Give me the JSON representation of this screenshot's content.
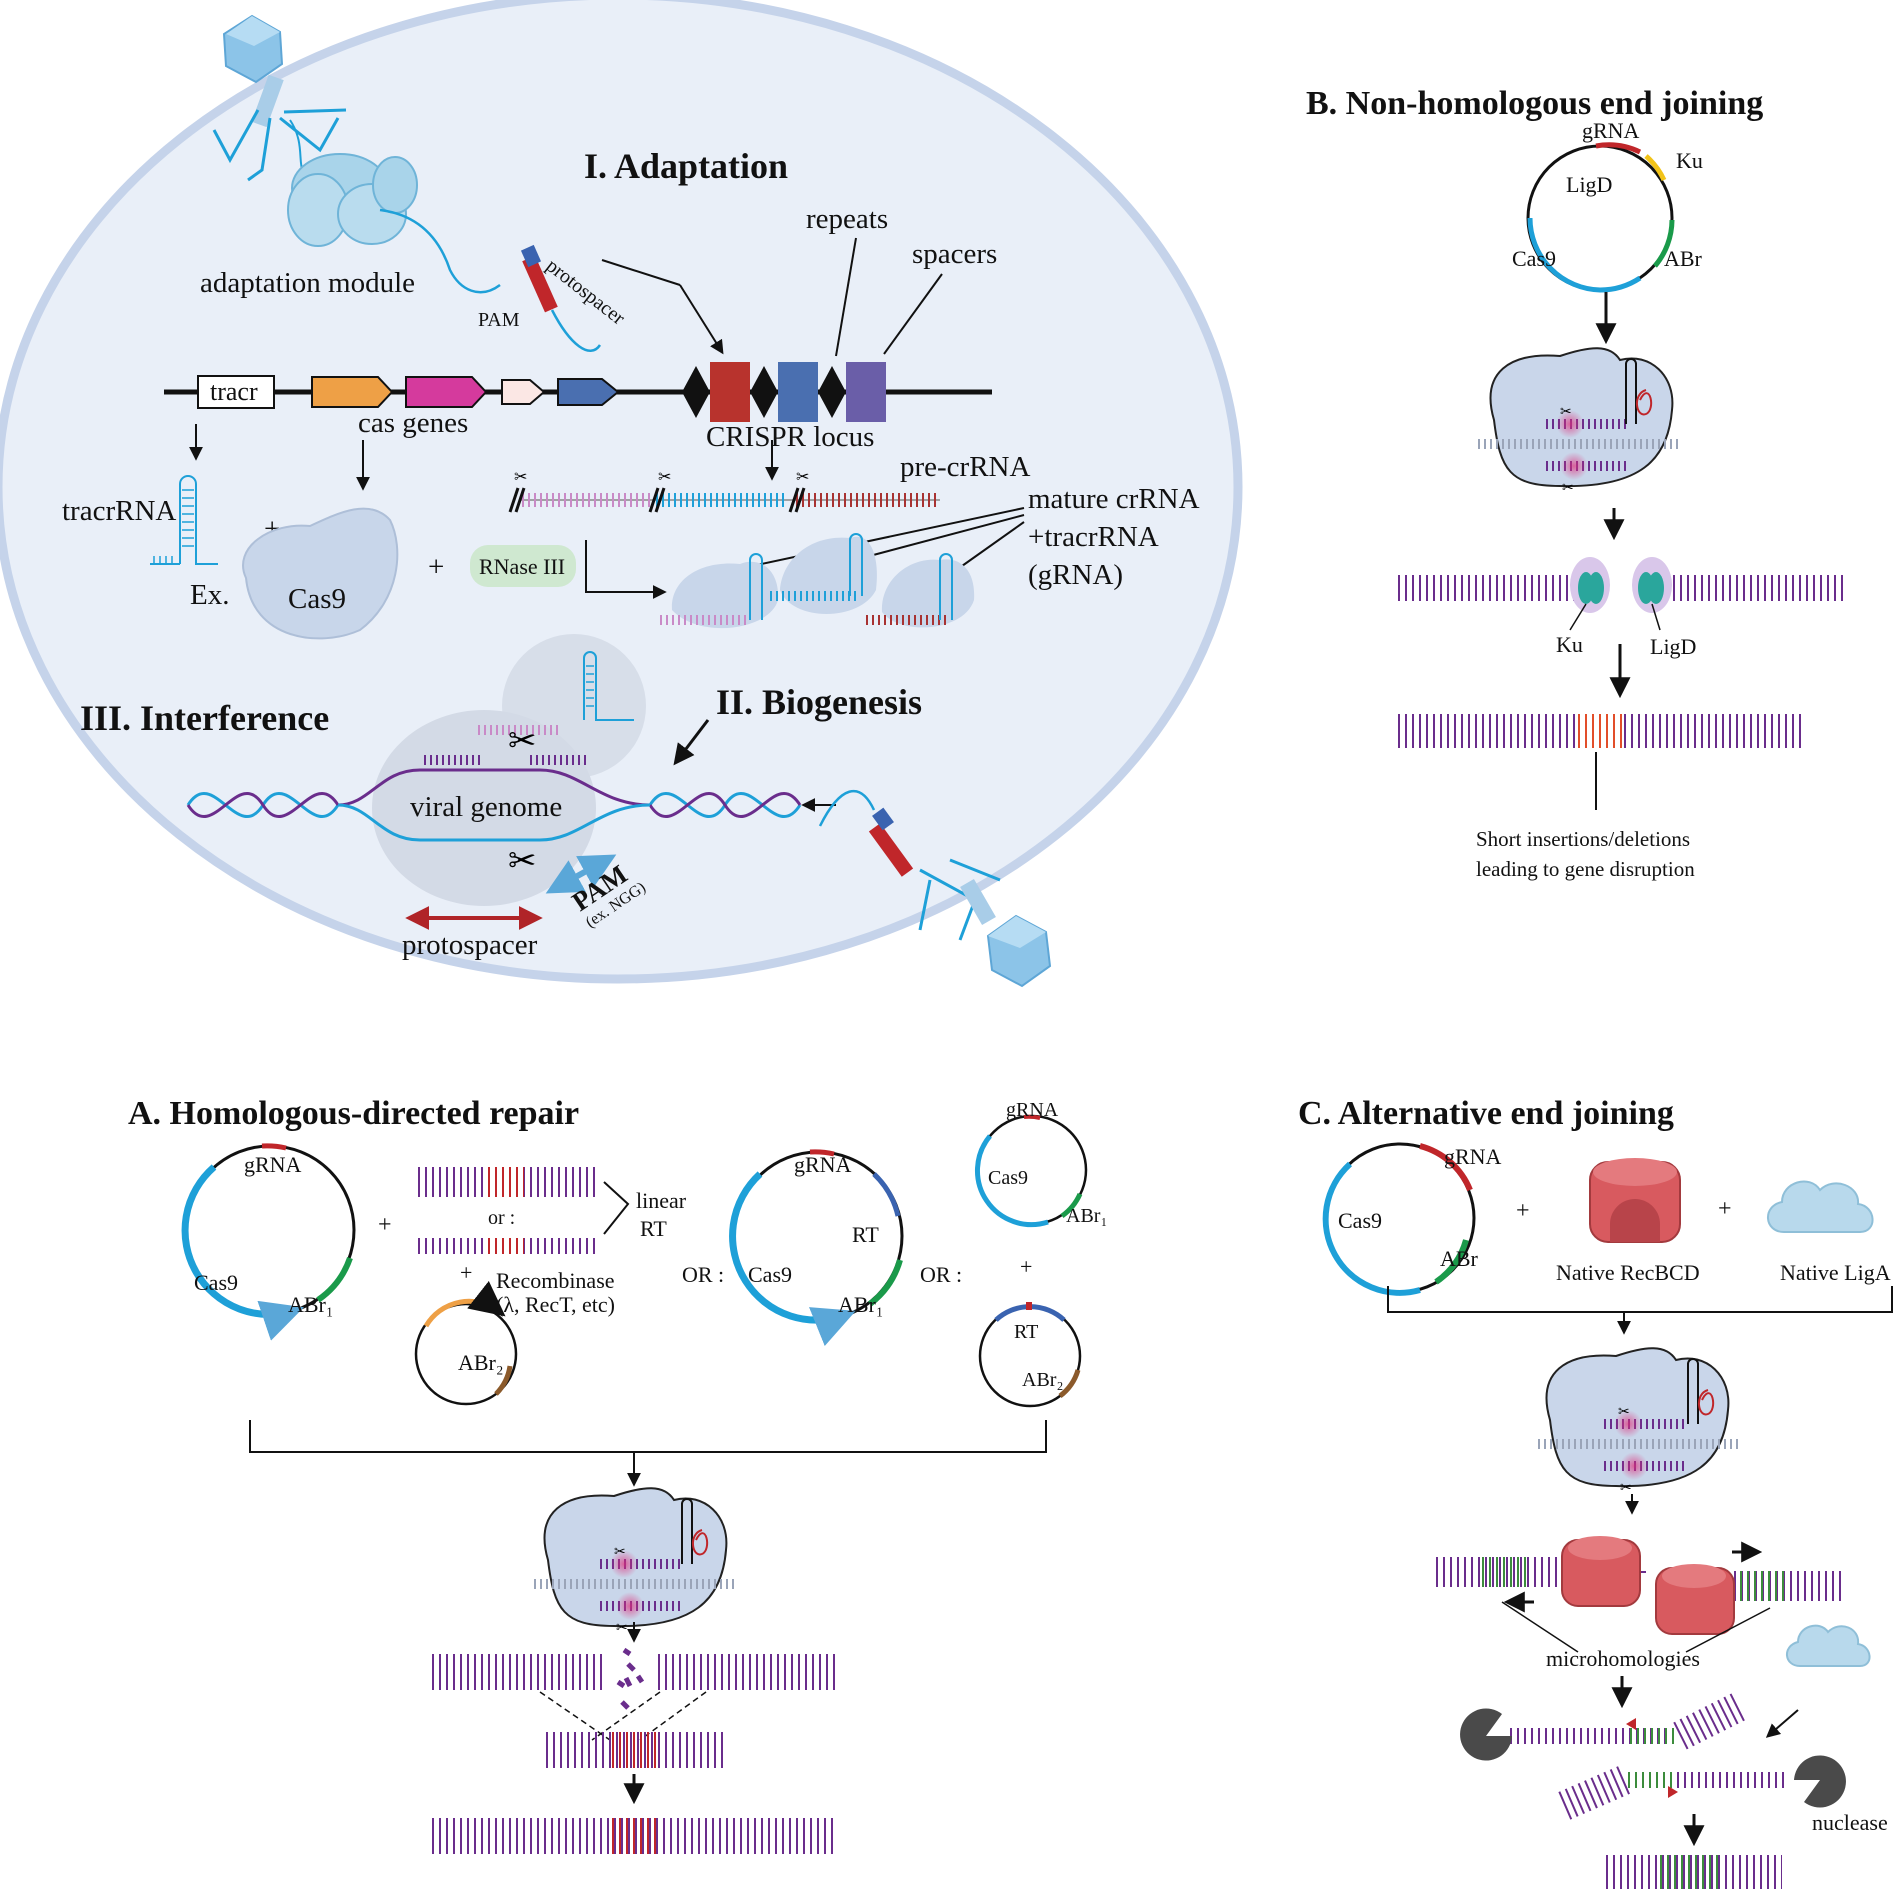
{
  "panel_top": {
    "section_adaptation": "I. Adaptation",
    "section_biogenesis": "II. Biogenesis",
    "section_interference": "III. Interference",
    "adaptation_module": "adaptation module",
    "protospacer_tag": "protospacer",
    "pam_tag": "PAM",
    "repeats": "repeats",
    "spacers": "spacers",
    "tracr_box": "tracr",
    "cas_genes": "cas genes",
    "crispr_locus": "CRISPR locus",
    "pre_crrna": "pre-crRNA",
    "mature_crrna": "mature crRNA",
    "plus_tracrrna": "+tracrRNA",
    "grna_paren": "(gRNA)",
    "tracrrna": "tracrRNA",
    "ex": "Ex.",
    "cas9": "Cas9",
    "rnase": "RNase III",
    "plus": "+",
    "viral_genome": "viral genome",
    "protospacer_bottom": "protospacer",
    "pam_bottom": "PAM",
    "pam_example": "(ex. NGG)"
  },
  "panel_b": {
    "title": "B. Non-homologous end joining",
    "grna": "gRNA",
    "ku": "Ku",
    "ligd": "LigD",
    "cas9": "Cas9",
    "abr": "ABr",
    "ku_bottom": "Ku",
    "ligd_bottom": "LigD",
    "note_line1": "Short insertions/deletions",
    "note_line2": "leading to gene disruption"
  },
  "panel_a": {
    "title": "A. Homologous-directed repair",
    "grna": "gRNA",
    "cas9": "Cas9",
    "abr1": "ABr₁",
    "plus": "+",
    "or_small": "or :",
    "linear": "linear",
    "rt": "RT",
    "recombinase": "Recombinase",
    "recombinase_examples": "(λ, RecT, etc)",
    "abr2": "ABr₂",
    "or_label": "OR :",
    "grna_2": "gRNA",
    "rt_2": "RT",
    "cas9_2": "Cas9",
    "abr1_2": "ABr₁",
    "grna_3": "gRNA",
    "cas9_3": "Cas9",
    "abr1_3": "ABr₁",
    "rt_3": "RT",
    "abr2_3": "ABr₂"
  },
  "panel_c": {
    "title": "C.  Alternative end joining",
    "grna": "gRNA",
    "cas9": "Cas9",
    "abr": "ABr",
    "plus": "+",
    "recbcd": "Native RecBCD",
    "liga": "Native LigA",
    "microhomologies": "microhomologies",
    "nuclease": "nuclease"
  },
  "colors": {
    "cell_fill": "#e9eff8",
    "cell_border": "#c5d3ea",
    "cas9_blue": "#1ea0d8",
    "grna_red": "#c0262a",
    "abr_green": "#1a9a4a",
    "ku_yellow": "#f2c318",
    "dna_purple": "#6a2d8c",
    "dna_red": "#c0262a",
    "dna_green": "#3c8c3c",
    "rec_red": "#d85a5f",
    "pink": "#d53a9d",
    "orange": "#eea046",
    "locus_blue": "#4a6fb0",
    "spacer_violet": "#6a5ea8"
  }
}
